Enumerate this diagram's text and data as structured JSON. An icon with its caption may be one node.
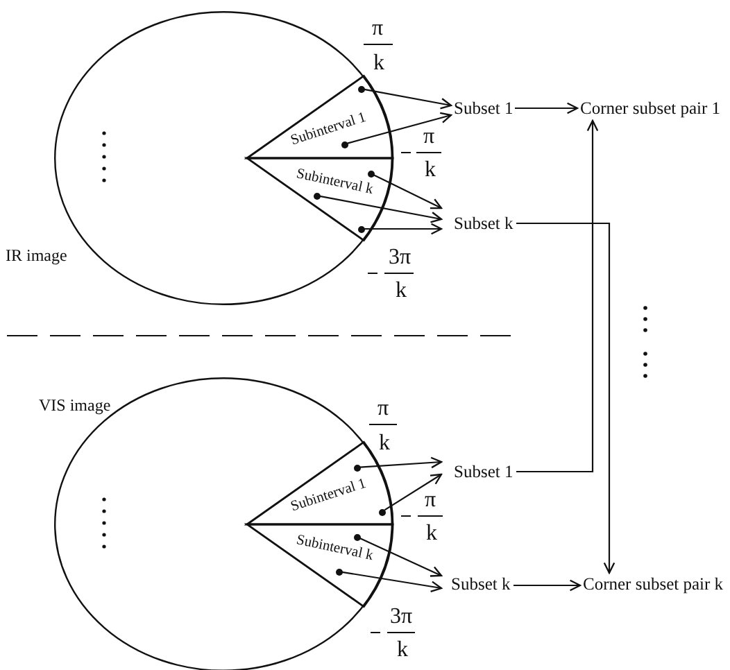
{
  "diagram": {
    "nodes": [
      {
        "text": [],
        "shape": "circle"
      },
      {
        "text": [
          "Subinterval 1"
        ],
        "in": 0
      },
      {
        "text": [],
        "shape": "circle",
        "in": 1
      },
      {
        "text": [],
        "shape": "circle",
        "in": 1
      },
      {
        "text": [
          "Subinterval k"
        ],
        "in": 0
      },
      {
        "text": [],
        "shape": "circle",
        "in": 4
      },
      {
        "text": [],
        "shape": "circle",
        "in": 4
      },
      {
        "text": [],
        "shape": "circle",
        "in": 4
      },
      {
        "text": [
          "Subset 1"
        ]
      },
      {
        "text": [
          "Corner subset pair 1"
        ]
      },
      {
        "text": [
          "Subset k"
        ]
      },
      {
        "text": [],
        "shape": "circle"
      },
      {
        "text": [
          "Subinterval 1"
        ],
        "in": 11
      },
      {
        "text": [],
        "shape": "circle",
        "in": 12
      },
      {
        "text": [],
        "shape": "circle",
        "in": 12
      },
      {
        "text": [
          "Subinterval k"
        ],
        "in": 11
      },
      {
        "text": [],
        "shape": "circle",
        "in": 15
      },
      {
        "text": [],
        "shape": "circle",
        "in": 15
      },
      {
        "text": [
          "Subset 1"
        ]
      },
      {
        "text": [
          "Subset k"
        ]
      },
      {
        "text": [
          "Corner subset pair k"
        ]
      }
    ],
    "edges": [
      {
        "from": 2,
        "to": 8,
        "arrow": "to"
      },
      {
        "from": 3,
        "to": 8,
        "arrow": "to"
      },
      {
        "from": 5,
        "to": 10,
        "arrow": "to"
      },
      {
        "from": 6,
        "to": 10,
        "arrow": "to"
      },
      {
        "from": 7,
        "to": 10,
        "arrow": "to"
      },
      {
        "from": 8,
        "to": 9,
        "arrow": "to"
      },
      {
        "from": 10,
        "to": 20,
        "arrow": "to"
      },
      {
        "from": 13,
        "to": 18,
        "arrow": "to"
      },
      {
        "from": 14,
        "to": 18,
        "arrow": "to"
      },
      {
        "from": 16,
        "to": 19,
        "arrow": "to"
      },
      {
        "from": 17,
        "to": 19,
        "arrow": "to"
      },
      {
        "from": 18,
        "to": 9,
        "arrow": "to"
      },
      {
        "from": 19,
        "to": 20,
        "arrow": "to"
      }
    ],
    "labels": [
      "π",
      "k",
      "π",
      "k",
      "IR image",
      "3π",
      "k",
      "VIS image",
      "π",
      "k",
      "π",
      "k",
      "3π",
      "k"
    ]
  }
}
